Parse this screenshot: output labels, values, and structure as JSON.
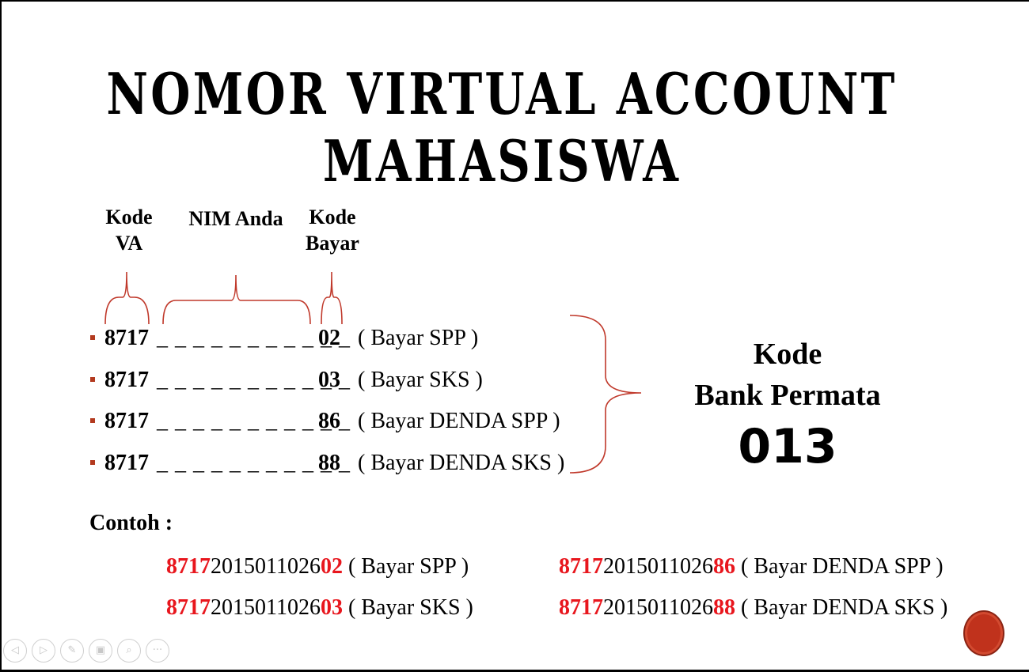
{
  "title": "NOMOR VIRTUAL ACCOUNT MAHASISWA",
  "headers": {
    "kode_va_line1": "Kode",
    "kode_va_line2": "VA",
    "nim": "NIM Anda",
    "kode_bayar_line1": "Kode",
    "kode_bayar_line2": "Bayar"
  },
  "rows": [
    {
      "va": "8717",
      "blanks": "_ _ _ _ _ _ _ _ _ _ _",
      "code": "02",
      "desc": "( Bayar SPP )"
    },
    {
      "va": "8717",
      "blanks": "_ _ _ _ _ _ _ _ _ _ _",
      "code": "03",
      "desc": "( Bayar SKS )"
    },
    {
      "va": "8717",
      "blanks": "_ _ _ _ _ _ _ _ _ _ _",
      "code": "86",
      "desc": "( Bayar DENDA SPP )"
    },
    {
      "va": "8717",
      "blanks": "_ _ _ _ _ _ _ _ _ _ _",
      "code": "88",
      "desc": "( Bayar DENDA SKS )"
    }
  ],
  "bank": {
    "line1": "Kode",
    "line2": "Bank Permata",
    "code": "013"
  },
  "contoh_label": "Contoh :",
  "examples": [
    {
      "prefix": "8717",
      "nim": "2015011026",
      "code": "02",
      "desc": " ( Bayar SPP )"
    },
    {
      "prefix": "8717",
      "nim": "2015011026",
      "code": "86",
      "desc": " ( Bayar DENDA SPP )"
    },
    {
      "prefix": "8717",
      "nim": "2015011026",
      "code": "03",
      "desc": " ( Bayar SKS )"
    },
    {
      "prefix": "8717",
      "nim": "2015011026",
      "code": "88",
      "desc": " ( Bayar DENDA SKS )"
    }
  ],
  "colors": {
    "accent_red": "#e8161d",
    "brace": "#c0392b",
    "bullet": "#b33a1f"
  },
  "controls": [
    {
      "icon": "previous-icon",
      "glyph": "◁"
    },
    {
      "icon": "next-icon",
      "glyph": "▷"
    },
    {
      "icon": "pen-icon",
      "glyph": "✎"
    },
    {
      "icon": "slides-icon",
      "glyph": "▣"
    },
    {
      "icon": "zoom-icon",
      "glyph": "⌕"
    },
    {
      "icon": "more-icon",
      "glyph": "···"
    }
  ]
}
